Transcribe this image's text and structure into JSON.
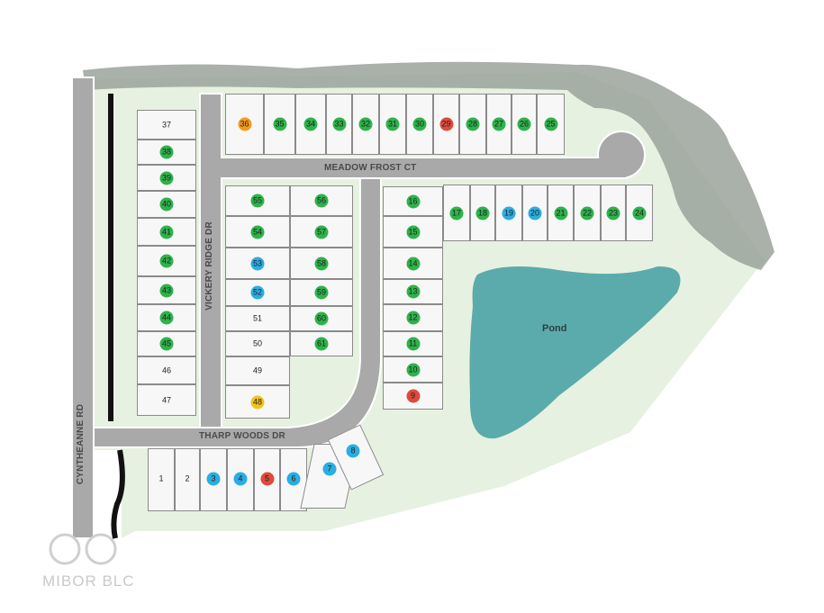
{
  "roads": {
    "cyntheanne": "CYNTHEANNE RD",
    "vickery": "VICKERY RIDGE DR",
    "meadow": "MEADOW FROST CT",
    "tharp": "THARP WOODS DR"
  },
  "pond_label": "Pond",
  "logo": "MIBOR BLC",
  "status_colors": {
    "green": "#2db34a",
    "blue": "#2aaee2",
    "red": "#de4a3c",
    "orange": "#f39a1e",
    "yellow": "#f2c41c",
    "none": "transparent"
  },
  "lots": [
    {
      "n": "1",
      "s": "none"
    },
    {
      "n": "2",
      "s": "none"
    },
    {
      "n": "3",
      "s": "blue"
    },
    {
      "n": "4",
      "s": "blue"
    },
    {
      "n": "5",
      "s": "red"
    },
    {
      "n": "6",
      "s": "blue"
    },
    {
      "n": "7",
      "s": "blue"
    },
    {
      "n": "8",
      "s": "blue"
    },
    {
      "n": "9",
      "s": "red"
    },
    {
      "n": "10",
      "s": "green"
    },
    {
      "n": "11",
      "s": "green"
    },
    {
      "n": "12",
      "s": "green"
    },
    {
      "n": "13",
      "s": "green"
    },
    {
      "n": "14",
      "s": "green"
    },
    {
      "n": "15",
      "s": "green"
    },
    {
      "n": "16",
      "s": "green"
    },
    {
      "n": "17",
      "s": "green"
    },
    {
      "n": "18",
      "s": "green"
    },
    {
      "n": "19",
      "s": "blue"
    },
    {
      "n": "20",
      "s": "blue"
    },
    {
      "n": "21",
      "s": "green"
    },
    {
      "n": "22",
      "s": "green"
    },
    {
      "n": "23",
      "s": "green"
    },
    {
      "n": "24",
      "s": "green"
    },
    {
      "n": "25",
      "s": "green"
    },
    {
      "n": "26",
      "s": "green"
    },
    {
      "n": "27",
      "s": "green"
    },
    {
      "n": "28",
      "s": "green"
    },
    {
      "n": "29",
      "s": "red"
    },
    {
      "n": "30",
      "s": "green"
    },
    {
      "n": "31",
      "s": "green"
    },
    {
      "n": "32",
      "s": "green"
    },
    {
      "n": "33",
      "s": "green"
    },
    {
      "n": "34",
      "s": "green"
    },
    {
      "n": "35",
      "s": "green"
    },
    {
      "n": "36",
      "s": "orange"
    },
    {
      "n": "37",
      "s": "none"
    },
    {
      "n": "38",
      "s": "green"
    },
    {
      "n": "39",
      "s": "green"
    },
    {
      "n": "40",
      "s": "green"
    },
    {
      "n": "41",
      "s": "green"
    },
    {
      "n": "42",
      "s": "green"
    },
    {
      "n": "43",
      "s": "green"
    },
    {
      "n": "44",
      "s": "green"
    },
    {
      "n": "45",
      "s": "green"
    },
    {
      "n": "46",
      "s": "none"
    },
    {
      "n": "47",
      "s": "none"
    },
    {
      "n": "48",
      "s": "yellow"
    },
    {
      "n": "49",
      "s": "none"
    },
    {
      "n": "50",
      "s": "none"
    },
    {
      "n": "51",
      "s": "none"
    },
    {
      "n": "52",
      "s": "blue"
    },
    {
      "n": "53",
      "s": "blue"
    },
    {
      "n": "54",
      "s": "green"
    },
    {
      "n": "55",
      "s": "green"
    },
    {
      "n": "56",
      "s": "green"
    },
    {
      "n": "57",
      "s": "green"
    },
    {
      "n": "58",
      "s": "green"
    },
    {
      "n": "59",
      "s": "green"
    },
    {
      "n": "60",
      "s": "green"
    },
    {
      "n": "61",
      "s": "green"
    }
  ]
}
